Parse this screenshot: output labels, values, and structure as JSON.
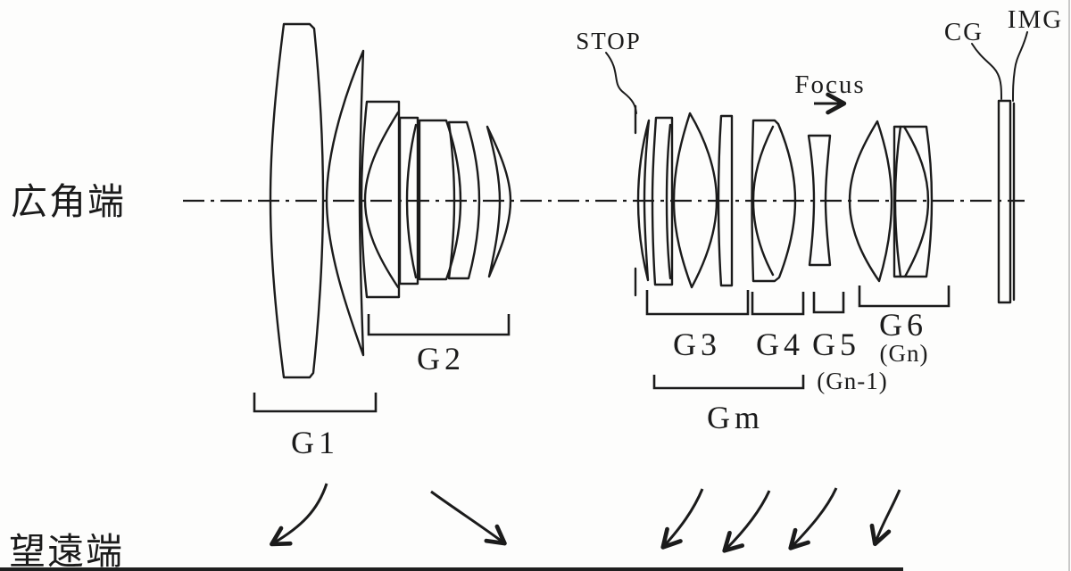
{
  "figure": {
    "title": "zoom-lens-cross-section-patent-figure",
    "state_labels": {
      "wide_end": "広角端",
      "tele_end": "望遠端"
    },
    "annotations": {
      "stop": "STOP",
      "focus": "Focus",
      "cover_glass": "CG",
      "image_plane": "IMG"
    },
    "group_labels": {
      "g1": "G1",
      "g2": "G2",
      "g3": "G3",
      "g4": "G4",
      "g5": "G5",
      "g6": "G6",
      "g6_alt": "(Gn)",
      "g5_alt": "(Gn-1)",
      "gm": "Gm"
    },
    "colors": {
      "ink": "#1b1b1b",
      "background": "#fdfdfc",
      "edge_line": "#c9c9c9"
    }
  }
}
